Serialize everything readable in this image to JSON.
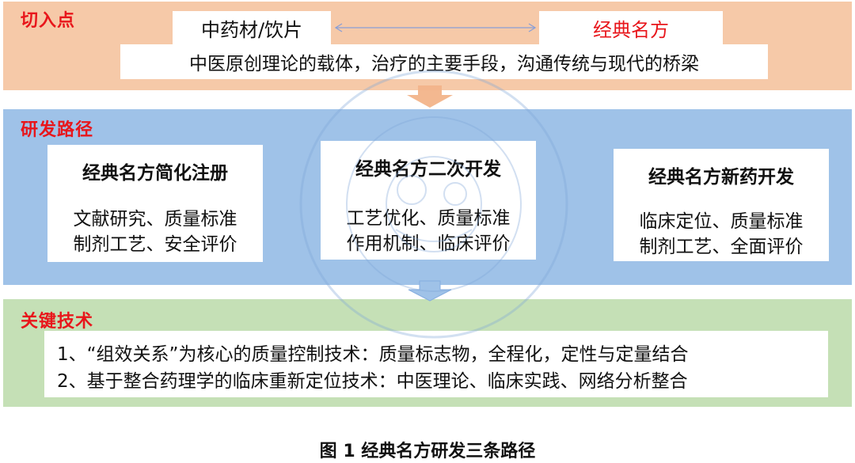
{
  "sections": {
    "entry": {
      "title": "切入点",
      "herbs": "中药材/饮片",
      "classic_formula": "经典名方",
      "carrier": "中医原创理论的载体，治疗的主要手段，沟通传统与现代的桥梁"
    },
    "rd_path": {
      "title": "研发路径",
      "cards": [
        {
          "title": "经典名方简化注册",
          "line1": "文献研究、质量标准",
          "line2": "制剂工艺、安全评价"
        },
        {
          "title": "经典名方二次开发",
          "line1": "工艺优化、质量标准",
          "line2": "作用机制、临床评价"
        },
        {
          "title": "经典名方新药开发",
          "line1": "临床定位、质量标准",
          "line2": "制剂工艺、全面评价"
        }
      ]
    },
    "key_tech": {
      "title": "关键技术",
      "item1": "1、“组效关系”为核心的质量控制技术：质量标志物，全程化，定性与定量结合",
      "item2": "2、基于整合药理学的临床重新定位技术：中医理论、临床实践、网络分析整合"
    }
  },
  "caption": "图 1  经典名方研发三条路径",
  "colors": {
    "entry_band": "#f6c9a8",
    "rd_band": "#9fc2e8",
    "tech_band": "#c5e0b6",
    "title_red": "#e8161b",
    "arrow_fill": "#f2b48a",
    "double_arrow": "#8a9fd6",
    "watermark": "#7fa6d8"
  }
}
